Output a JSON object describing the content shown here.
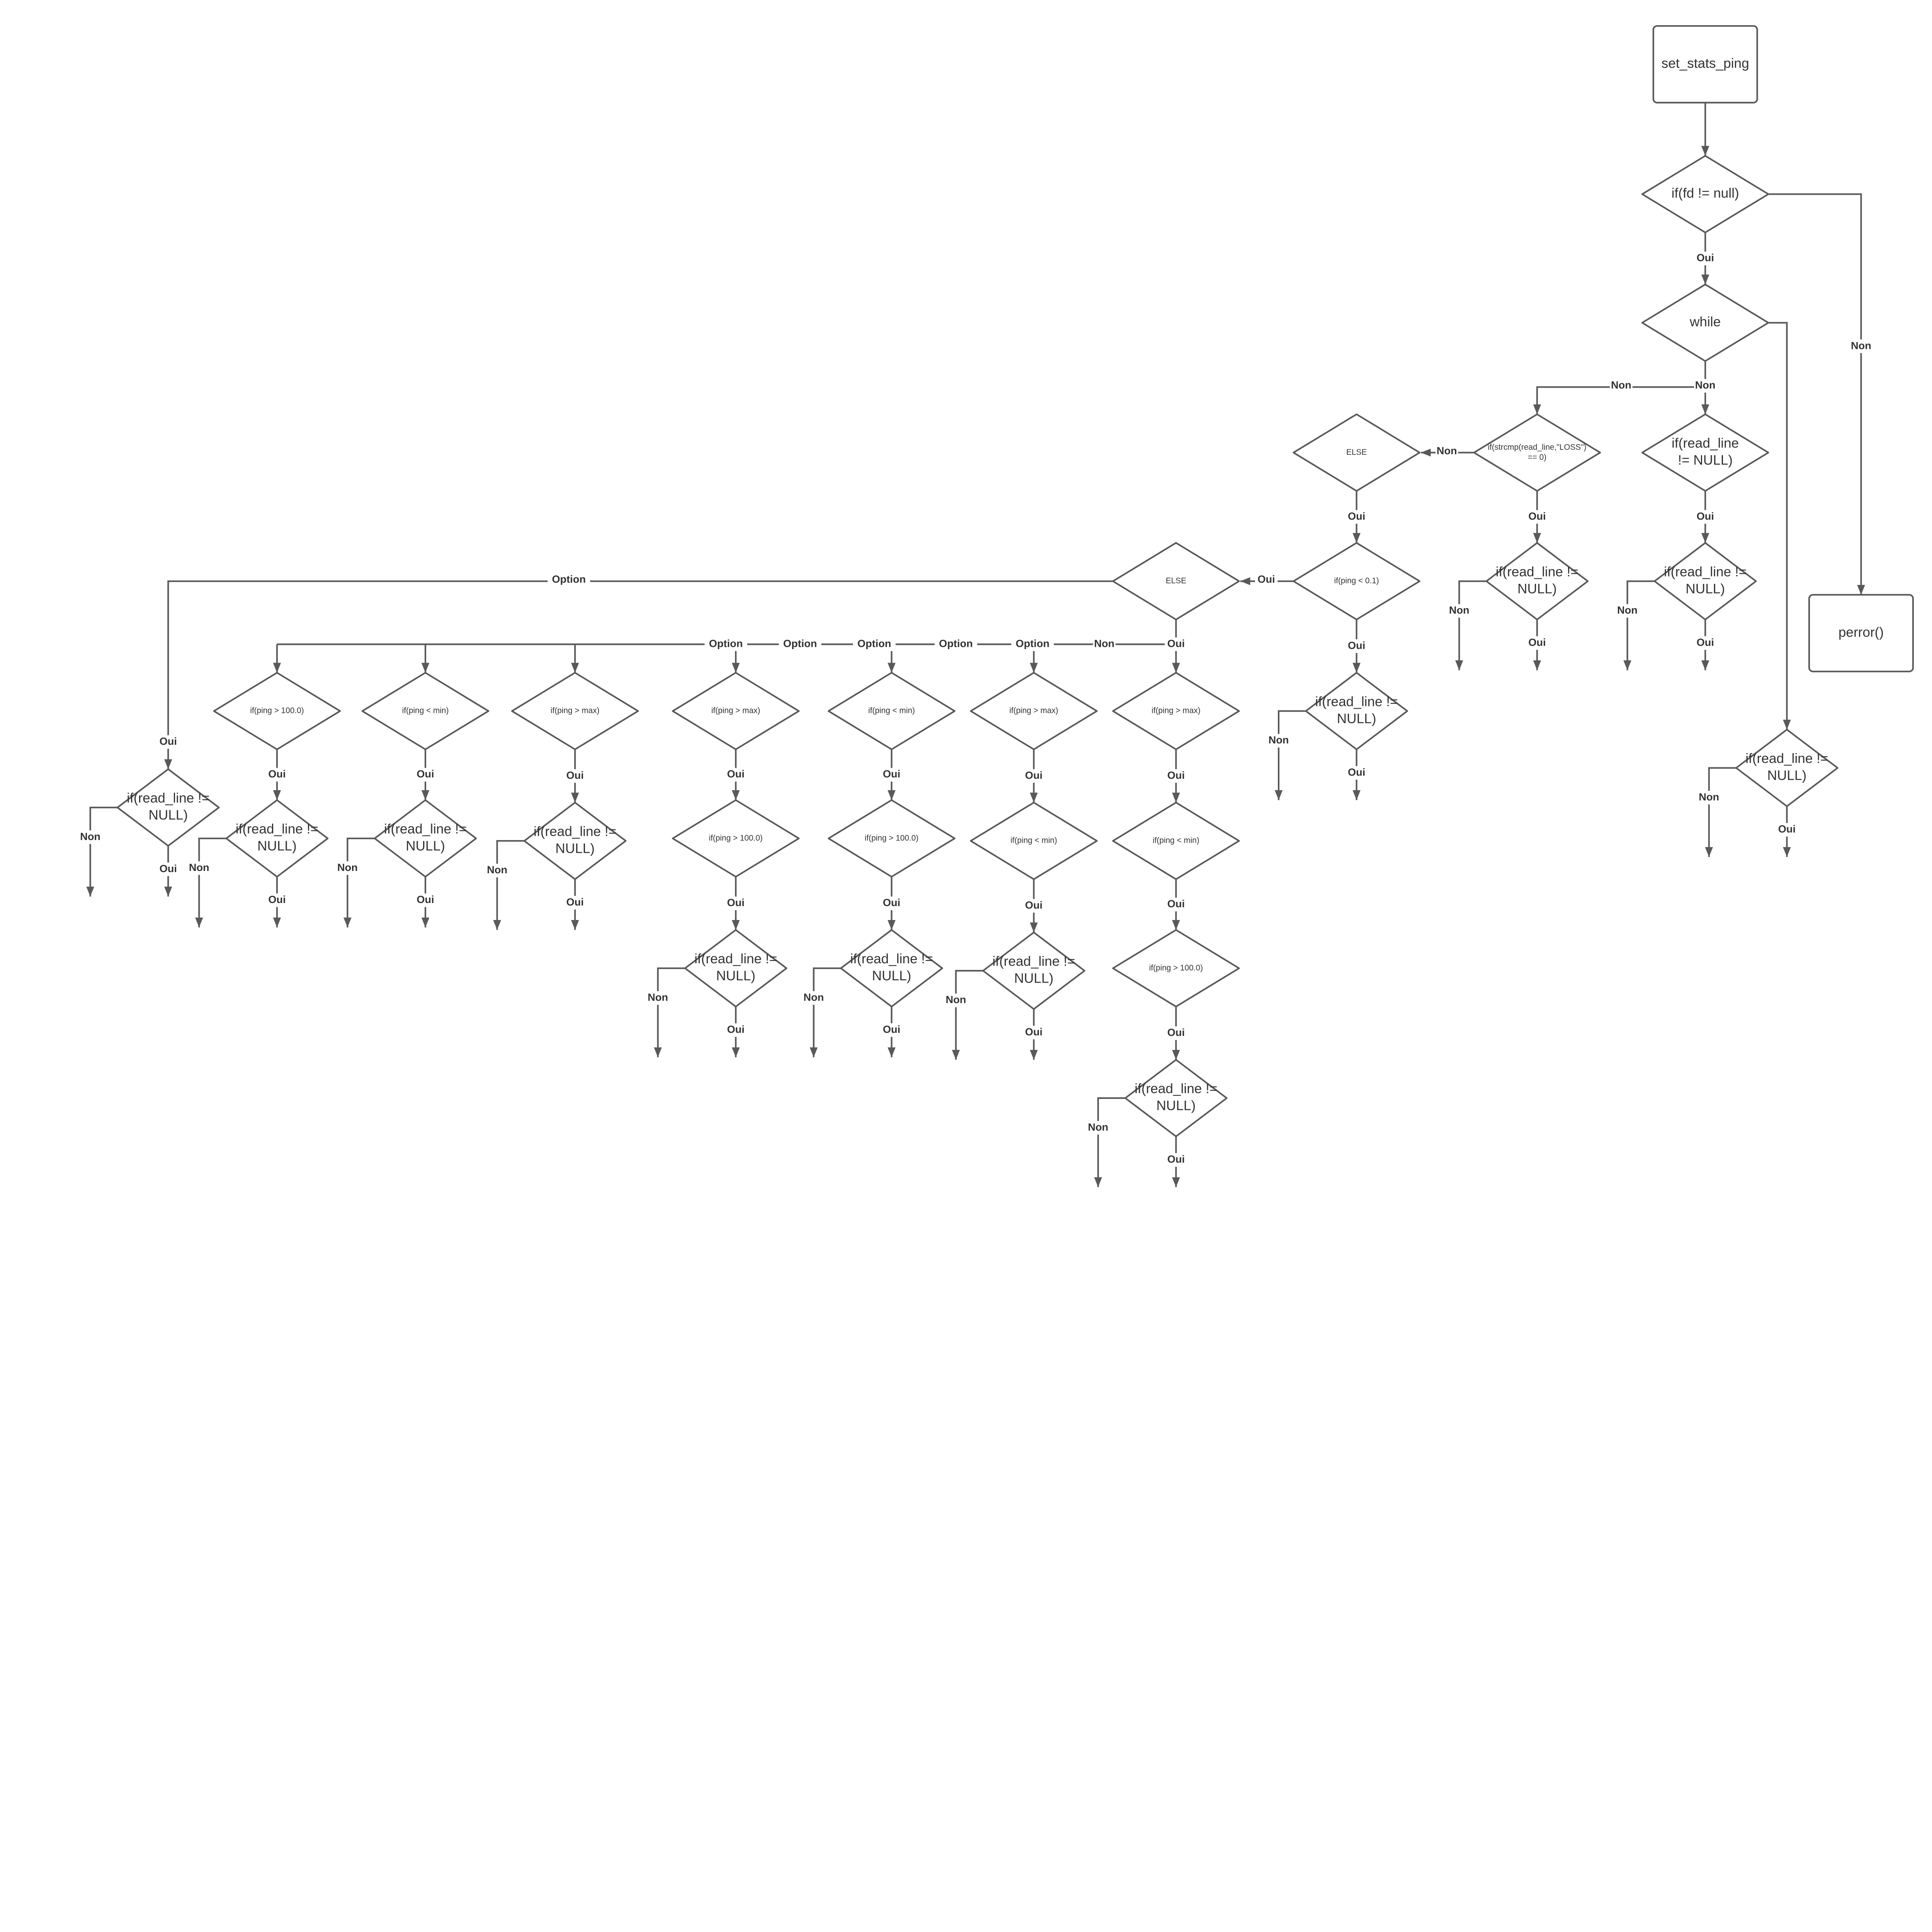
{
  "diagram": {
    "edge_labels": {
      "yes": "Oui",
      "no": "Non",
      "option": "Option"
    },
    "nodes": {
      "start": [
        "set_stats_ping"
      ],
      "fd_check": [
        "if(fd != null)"
      ],
      "perror": [
        "perror()"
      ],
      "while_loop": [
        "while"
      ],
      "readline_a": [
        "if(read_line",
        "!= NULL)"
      ],
      "readline_a2": [
        "if(read_line !=",
        "NULL)"
      ],
      "strcmp_loss": [
        "if(strcmp(read_line,\"LOSS\")",
        "== 0)"
      ],
      "readline_b": [
        "if(read_line !=",
        "NULL)"
      ],
      "else_1": [
        "ELSE"
      ],
      "ping_lt_01": [
        "if(ping < 0.1)"
      ],
      "readline_c": [
        "if(read_line !=",
        "NULL)"
      ],
      "else_2": [
        "ELSE"
      ],
      "readline_w": [
        "if(read_line !=",
        "NULL)"
      ],
      "readline_e": [
        "if(read_line !=",
        "NULL)"
      ],
      "c1_gt100": [
        "if(ping > 100.0)"
      ],
      "c1_rl": [
        "if(read_line !=",
        "NULL)"
      ],
      "c2_ltmin": [
        "if(ping < min)"
      ],
      "c2_rl": [
        "if(read_line !=",
        "NULL)"
      ],
      "c3_gtmax": [
        "if(ping > max)"
      ],
      "c3_rl": [
        "if(read_line !=",
        "NULL)"
      ],
      "c4_gtmax": [
        "if(ping > max)"
      ],
      "c4_gt100": [
        "if(ping > 100.0)"
      ],
      "c4_rl": [
        "if(read_line !=",
        "NULL)"
      ],
      "c5_ltmin": [
        "if(ping < min)"
      ],
      "c5_gt100": [
        "if(ping > 100.0)"
      ],
      "c5_rl": [
        "if(read_line !=",
        "NULL)"
      ],
      "c6_gtmax": [
        "if(ping > max)"
      ],
      "c6_ltmin": [
        "if(ping < min)"
      ],
      "c6_rl": [
        "if(read_line !=",
        "NULL)"
      ],
      "c7_gtmax": [
        "if(ping > max)"
      ],
      "c7_ltmin": [
        "if(ping < min)"
      ],
      "c7_gt100": [
        "if(ping > 100.0)"
      ],
      "c7_rl": [
        "if(read_line !=",
        "NULL)"
      ]
    }
  }
}
